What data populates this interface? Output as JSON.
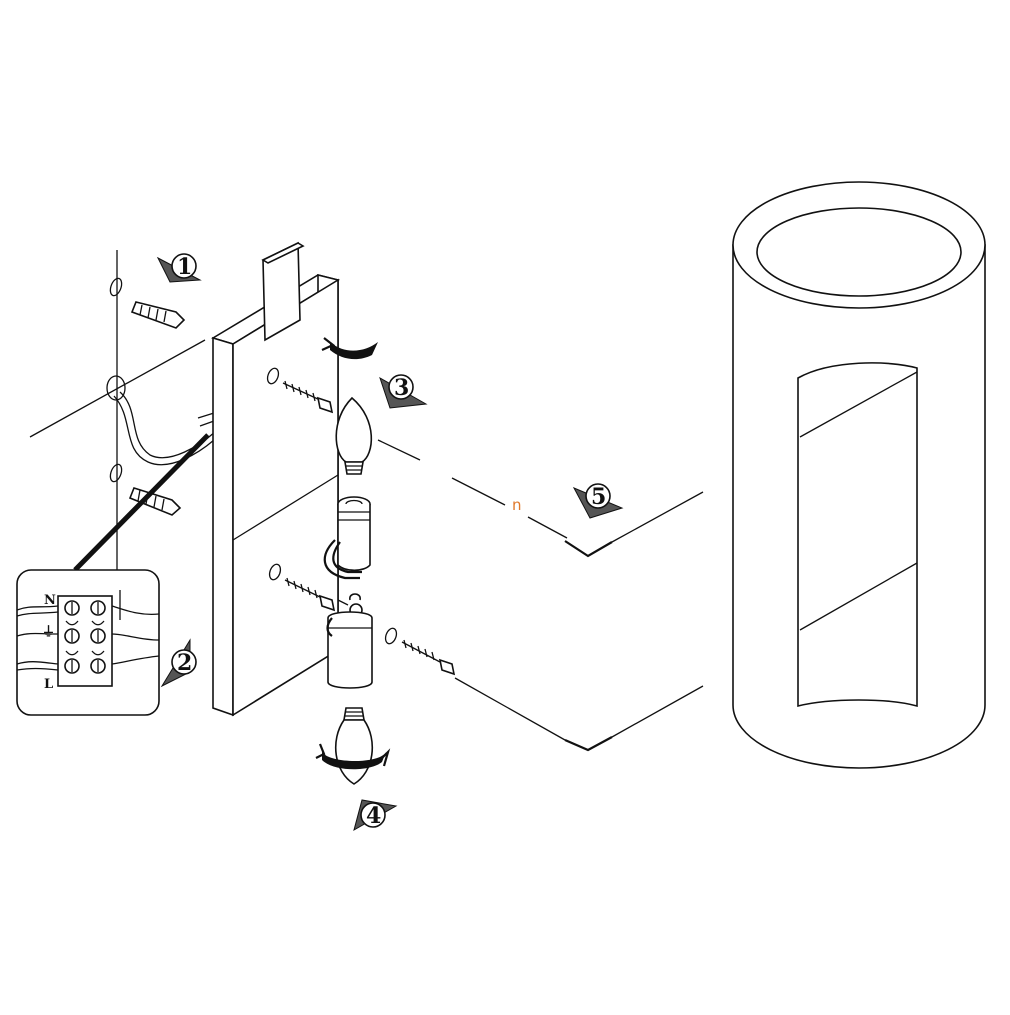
{
  "steps": [
    {
      "id": 1,
      "label": "1"
    },
    {
      "id": 2,
      "label": "2"
    },
    {
      "id": 3,
      "label": "3"
    },
    {
      "id": 4,
      "label": "4"
    },
    {
      "id": 5,
      "label": "5"
    }
  ],
  "terminal_block": {
    "labels": [
      "N",
      "⏚",
      "L"
    ]
  },
  "stray_text": "n",
  "colors": {
    "line": "#111111",
    "background": "#ffffff",
    "stray_text": "#e0782a"
  }
}
